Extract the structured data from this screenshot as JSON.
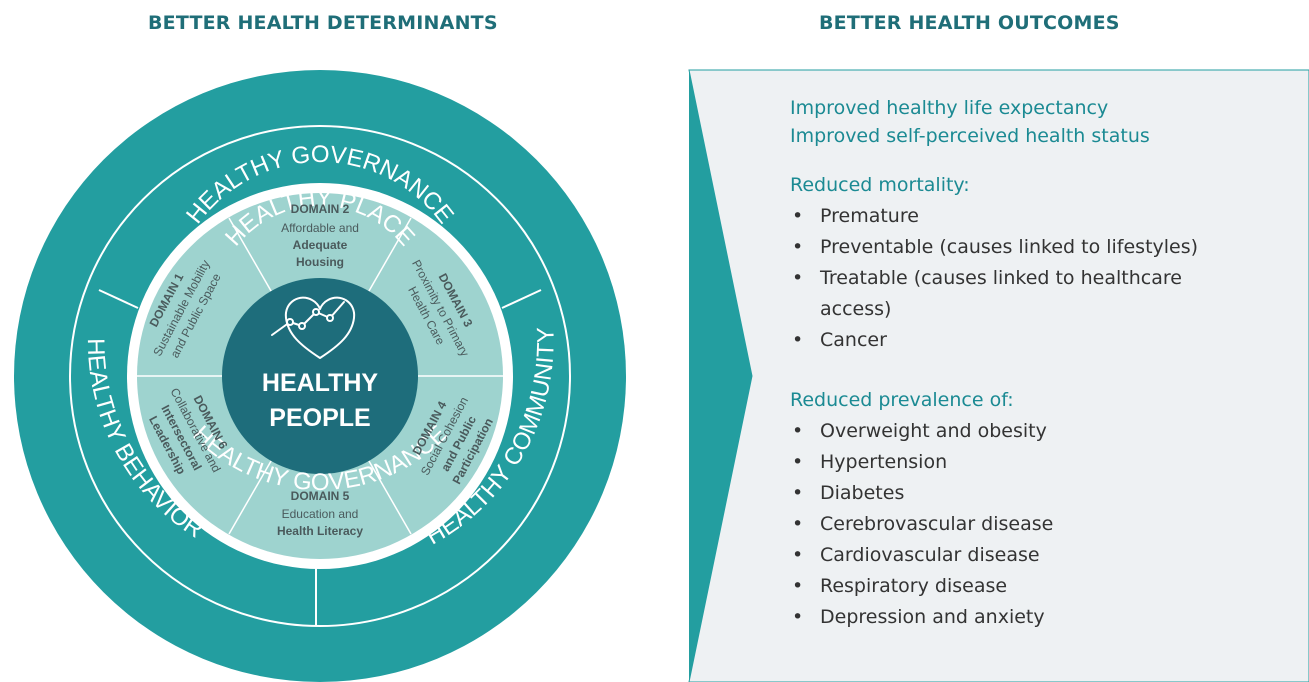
{
  "left_heading": "BETTER HEALTH DETERMINANTS",
  "right_heading": "BETTER HEALTH OUTCOMES",
  "colors": {
    "outer_ring": "#239ea0",
    "middle_ring": "#6fc1bf",
    "inner_ring": "#9ed3cf",
    "center": "#1e6d7b",
    "heading": "#1f6e78",
    "accent_text": "#1b8a93",
    "panel_bg": "#eef1f3"
  },
  "wheel": {
    "governance_top": "HEALTHY GOVERNANCE",
    "governance_bottom": "HEALTHY GOVERNANCE",
    "place": "HEALTHY PLACE",
    "behavior": "HEALTHY BEHAVIOR",
    "community": "HEALTHY COMMUNITY",
    "center_line1": "HEALTHY",
    "center_line2": "PEOPLE",
    "center_icon": "heart-chart-icon"
  },
  "domains": {
    "d1": {
      "title": "DOMAIN 1",
      "line1": "Sustainable Mobility",
      "line2": "and Public Space"
    },
    "d2": {
      "title": "DOMAIN 2",
      "line1": "Affordable and",
      "line2": "Adequate",
      "line3": "Housing"
    },
    "d3": {
      "title": "DOMAIN 3",
      "line1": "Proximity to Primary",
      "line2": "Health Care"
    },
    "d4": {
      "title": "DOMAIN 4",
      "line1": "Social Cohesion",
      "line2": "and Public",
      "line3": "Participation"
    },
    "d5": {
      "title": "DOMAIN 5",
      "line1": "Education and",
      "line2": "Health Literacy"
    },
    "d6": {
      "title": "DOMAIN 6",
      "line1": "Collaborative and",
      "line2": "Intersectoral",
      "line3": "Leadership"
    }
  },
  "outcomes": {
    "line1": "Improved healthy life expectancy",
    "line2": "Improved self-perceived health status",
    "mortality_title": "Reduced mortality:",
    "mortality_items": [
      "Premature",
      "Preventable (causes linked to lifestyles)",
      "Treatable (causes linked to healthcare",
      "access)",
      "Cancer"
    ],
    "prevalence_title": "Reduced prevalence of:",
    "prevalence_items": [
      "Overweight and obesity",
      "Hypertension",
      "Diabetes",
      "Cerebrovascular disease",
      "Cardiovascular disease",
      "Respiratory disease",
      "Depression and anxiety"
    ]
  }
}
